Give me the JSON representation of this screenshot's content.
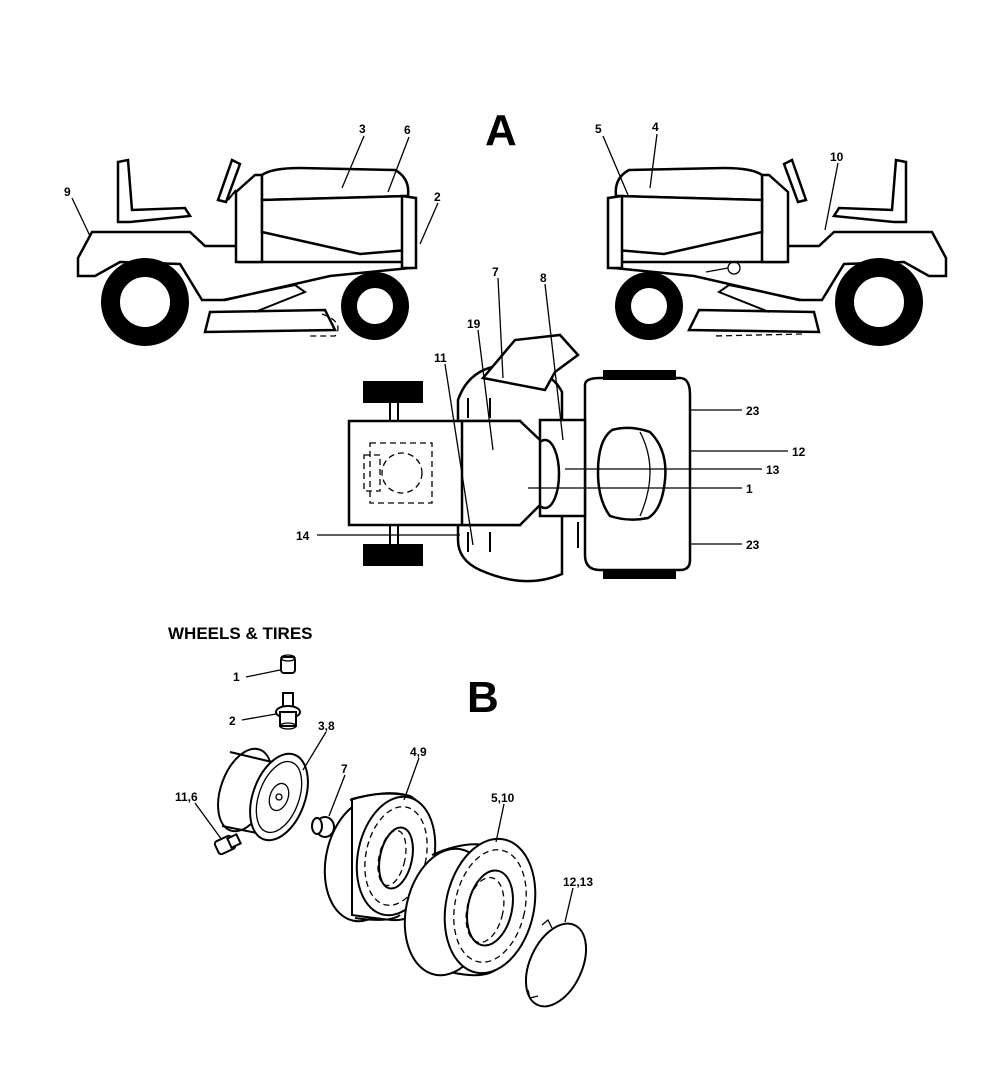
{
  "section_a": {
    "letter": "A",
    "left_view_callouts": [
      "9",
      "3",
      "6",
      "2"
    ],
    "right_view_callouts": [
      "5",
      "4",
      "10"
    ],
    "top_view_callouts": [
      "7",
      "8",
      "19",
      "11",
      "14",
      "23",
      "12",
      "13",
      "1",
      "23"
    ]
  },
  "section_b": {
    "title": "WHEELS & TIRES",
    "letter": "B",
    "callouts": [
      "1",
      "2",
      "3,8",
      "11,6",
      "7",
      "4,9",
      "5,10",
      "12,13"
    ]
  }
}
